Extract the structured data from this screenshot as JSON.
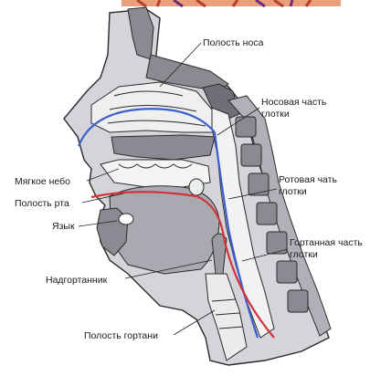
{
  "diagram": {
    "labels": {
      "nasal_cavity": "Полость носа",
      "nasopharynx_1": "Носовая часть",
      "nasopharynx_2": "глотки",
      "soft_palate": "Мягкое небо",
      "oral_cavity": "Полость рта",
      "oropharynx_1": "Ротовая чать",
      "oropharynx_2": "глотки",
      "tongue": "Язык",
      "laryngopharynx_1": "Гортанная часть",
      "laryngopharynx_2": "глотки",
      "epiglottis": "Надгортанник",
      "larynx_cavity": "Полость гортани"
    },
    "colors": {
      "air_path": "#3a5fcd",
      "food_path": "#d2343a",
      "tissue": "#c9c9cf",
      "bone": "#7b7b85",
      "outline": "#2a2a2a"
    }
  }
}
